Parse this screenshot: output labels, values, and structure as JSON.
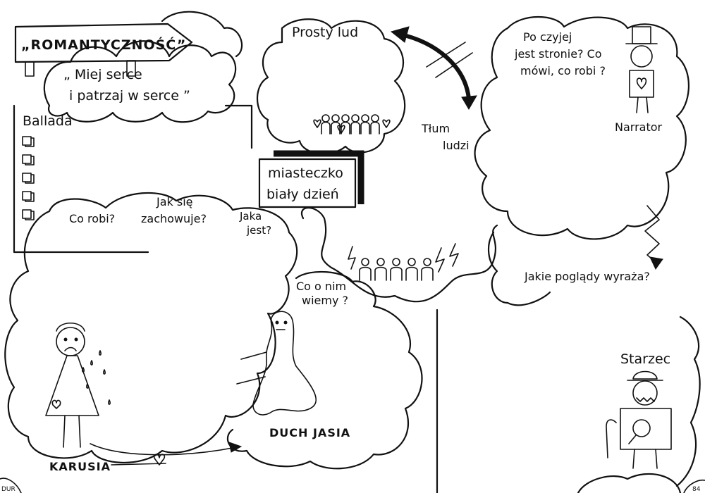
{
  "theme": {
    "ink": "#111111",
    "paper": "#ffffff"
  },
  "banner": {
    "title": "„ROMANTYCZNOŚĆ”"
  },
  "quote": {
    "line1": "„ Miej serce",
    "line2": "i patrzaj w serce ”"
  },
  "ballad": {
    "heading": "Ballada",
    "checkbox_count": 5
  },
  "crowd_cloud": {
    "heading": "Prosty lud",
    "label_line1": "Tłum",
    "label_line2": "ludzi"
  },
  "town_sign": {
    "line1": "miasteczko",
    "line2": "biały dzień"
  },
  "narrator_cloud": {
    "question_line1": "Po czyjej",
    "question_line2": "jest stronie? Co",
    "question_line3": "mówi, co robi ?",
    "figure_label": "Narrator",
    "views_question": "Jakie poglądy wyraża?"
  },
  "karusia_cloud": {
    "q1": "Co robi?",
    "q2_line1": "Jak się",
    "q2_line2": "zachowuje?",
    "q3_line1": "Jaka",
    "q3_line2": "jest?",
    "figure_label": "KARUSIA"
  },
  "ghost_cloud": {
    "question_line1": "Co o nim",
    "question_line2": "wiemy ?",
    "figure_label": "DUCH JASIA"
  },
  "elder": {
    "label": "Starzec"
  },
  "footer": {
    "left_page": "DUR",
    "right_page": "84"
  }
}
